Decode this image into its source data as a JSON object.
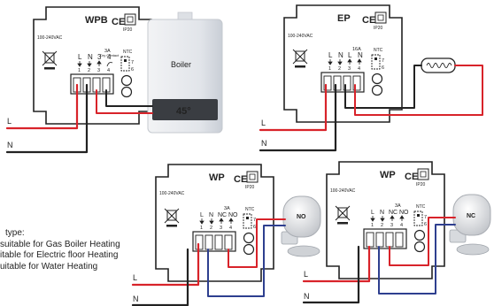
{
  "legend": {
    "heading": "type:",
    "lines": [
      "suitable for Gas Boiler Heating",
      "itable for Electric floor Heating",
      "uitable for Water Heating"
    ]
  },
  "units": [
    {
      "model": "WPB",
      "mark": "CE",
      "rating": "IP20",
      "voltage": "100-240VAC",
      "current": "3A",
      "current_note": "Dry Contact",
      "terminals": [
        "L",
        "N",
        "3",
        "4"
      ],
      "numbers": [
        "1",
        "2",
        "3",
        "4"
      ],
      "ntc": "NTC",
      "ntc_numbers": [
        "7",
        "6"
      ],
      "load": "Boiler",
      "load_display": "45°"
    },
    {
      "model": "EP",
      "mark": "CE",
      "rating": "IP20",
      "voltage": "100-240VAC",
      "current": "16A",
      "terminals": [
        "L",
        "N",
        "L",
        "N"
      ],
      "numbers": [
        "1",
        "2",
        "3",
        "4"
      ],
      "ntc": "NTC",
      "ntc_numbers": [
        "7",
        "6"
      ]
    },
    {
      "model": "WP",
      "mark": "CE",
      "rating": "IP20",
      "voltage": "100-240VAC",
      "current": "3A",
      "terminals": [
        "L",
        "N",
        "NC",
        "NO"
      ],
      "numbers": [
        "1",
        "2",
        "3",
        "4"
      ],
      "ntc": "NTC",
      "ntc_numbers": [
        "7",
        "6"
      ],
      "valve_label": "NO"
    },
    {
      "model": "WP",
      "mark": "CE",
      "rating": "IP20",
      "voltage": "100-240VAC",
      "current": "3A",
      "terminals": [
        "L",
        "N",
        "NC",
        "NO"
      ],
      "numbers": [
        "1",
        "2",
        "3",
        "4"
      ],
      "ntc": "NTC",
      "ntc_numbers": [
        "7",
        "6"
      ],
      "valve_label": "NC"
    }
  ],
  "wires": {
    "live": "L",
    "neutral": "N"
  },
  "colors": {
    "live": "#d8232a",
    "neutral": "#222222",
    "valve_wire": "#2e3f8f",
    "plate": "#ffffff"
  }
}
